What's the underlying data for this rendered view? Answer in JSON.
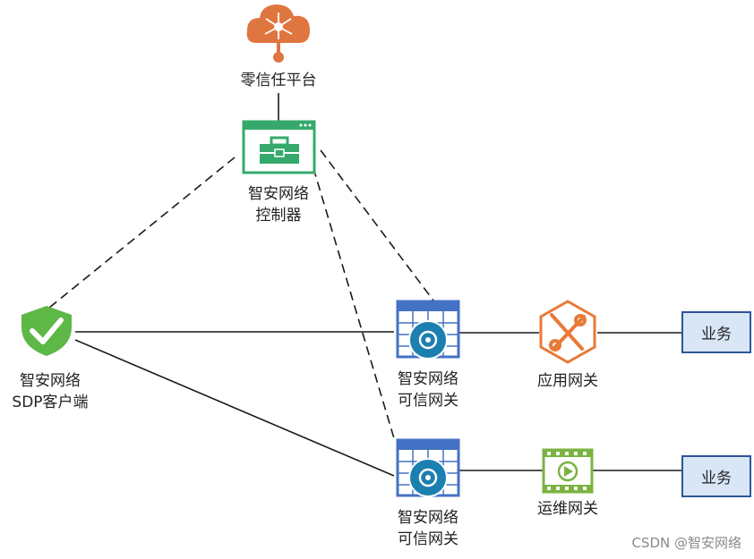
{
  "nodes": {
    "zero_trust": "零信任平台",
    "controller": [
      "智安网络",
      "控制器"
    ],
    "client": [
      "智安网络",
      "SDP客户端"
    ],
    "gateway_top": [
      "智安网络",
      "可信网关"
    ],
    "gateway_bottom": [
      "智安网络",
      "可信网关"
    ],
    "app_gateway": "应用网关",
    "ops_gateway": "运维网关",
    "business_top": "业务",
    "business_bottom": "业务"
  },
  "watermark": "CSDN @智安网络",
  "colors": {
    "cloud": "#e0763f",
    "controller": "#35a96b",
    "shield": "#5db848",
    "gateway": "#4472c4",
    "gateway_disk": "#1b7fb0",
    "app_gateway": "#e87a36",
    "ops_gateway": "#7bb342",
    "business_fill": "#d9e6f6",
    "business_border": "#2f5597"
  },
  "icons": [
    "cloud-network-icon",
    "toolbox-window-icon",
    "shield-check-icon",
    "grid-disk-icon",
    "tools-hexagon-icon",
    "film-play-icon"
  ]
}
